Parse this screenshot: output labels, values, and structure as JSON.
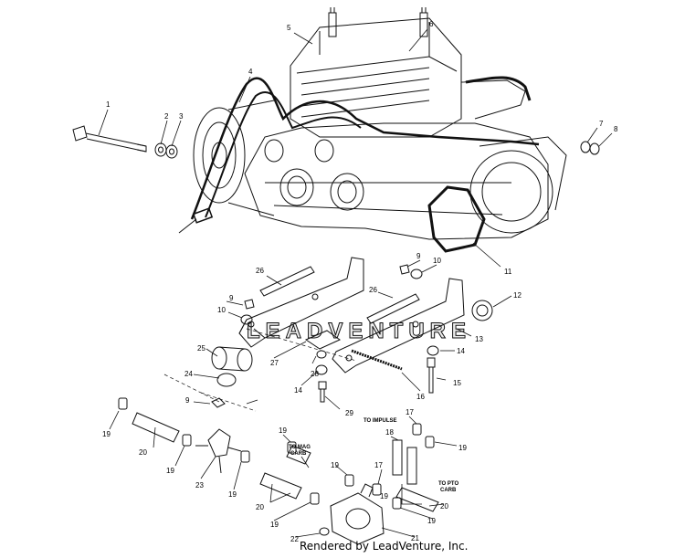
{
  "diagram": {
    "watermark": "LEADVENTURE",
    "credit": "Rendered by LeadVenture, Inc.",
    "notes": {
      "to_impulse": "TO IMPULSE",
      "to_mag_carb_1": "TO MAG",
      "to_mag_carb_2": "CARB",
      "to_pto_carb_1": "TO PTO",
      "to_pto_carb_2": "CARB"
    },
    "callouts": {
      "c1": "1",
      "c2": "2",
      "c3": "3",
      "c4": "4",
      "c5": "5",
      "c6": "6",
      "c7": "7",
      "c8": "8",
      "c9a": "9",
      "c9b": "9",
      "c9c": "9",
      "c10a": "10",
      "c10b": "10",
      "c11": "11",
      "c12": "12",
      "c13": "13",
      "c14a": "14",
      "c14b": "14",
      "c15": "15",
      "c16": "16",
      "c17a": "17",
      "c17b": "17",
      "c18": "18",
      "c19a": "19",
      "c19b": "19",
      "c19c": "19",
      "c19d": "19",
      "c19e": "19",
      "c19f": "19",
      "c19g": "19",
      "c19h": "19",
      "c19i": "19",
      "c20a": "20",
      "c20b": "20",
      "c20c": "20",
      "c21": "21",
      "c22": "22",
      "c23": "23",
      "c24": "24",
      "c25": "25",
      "c26a": "26",
      "c26b": "26",
      "c27": "27",
      "c28": "28",
      "c29": "29"
    }
  }
}
